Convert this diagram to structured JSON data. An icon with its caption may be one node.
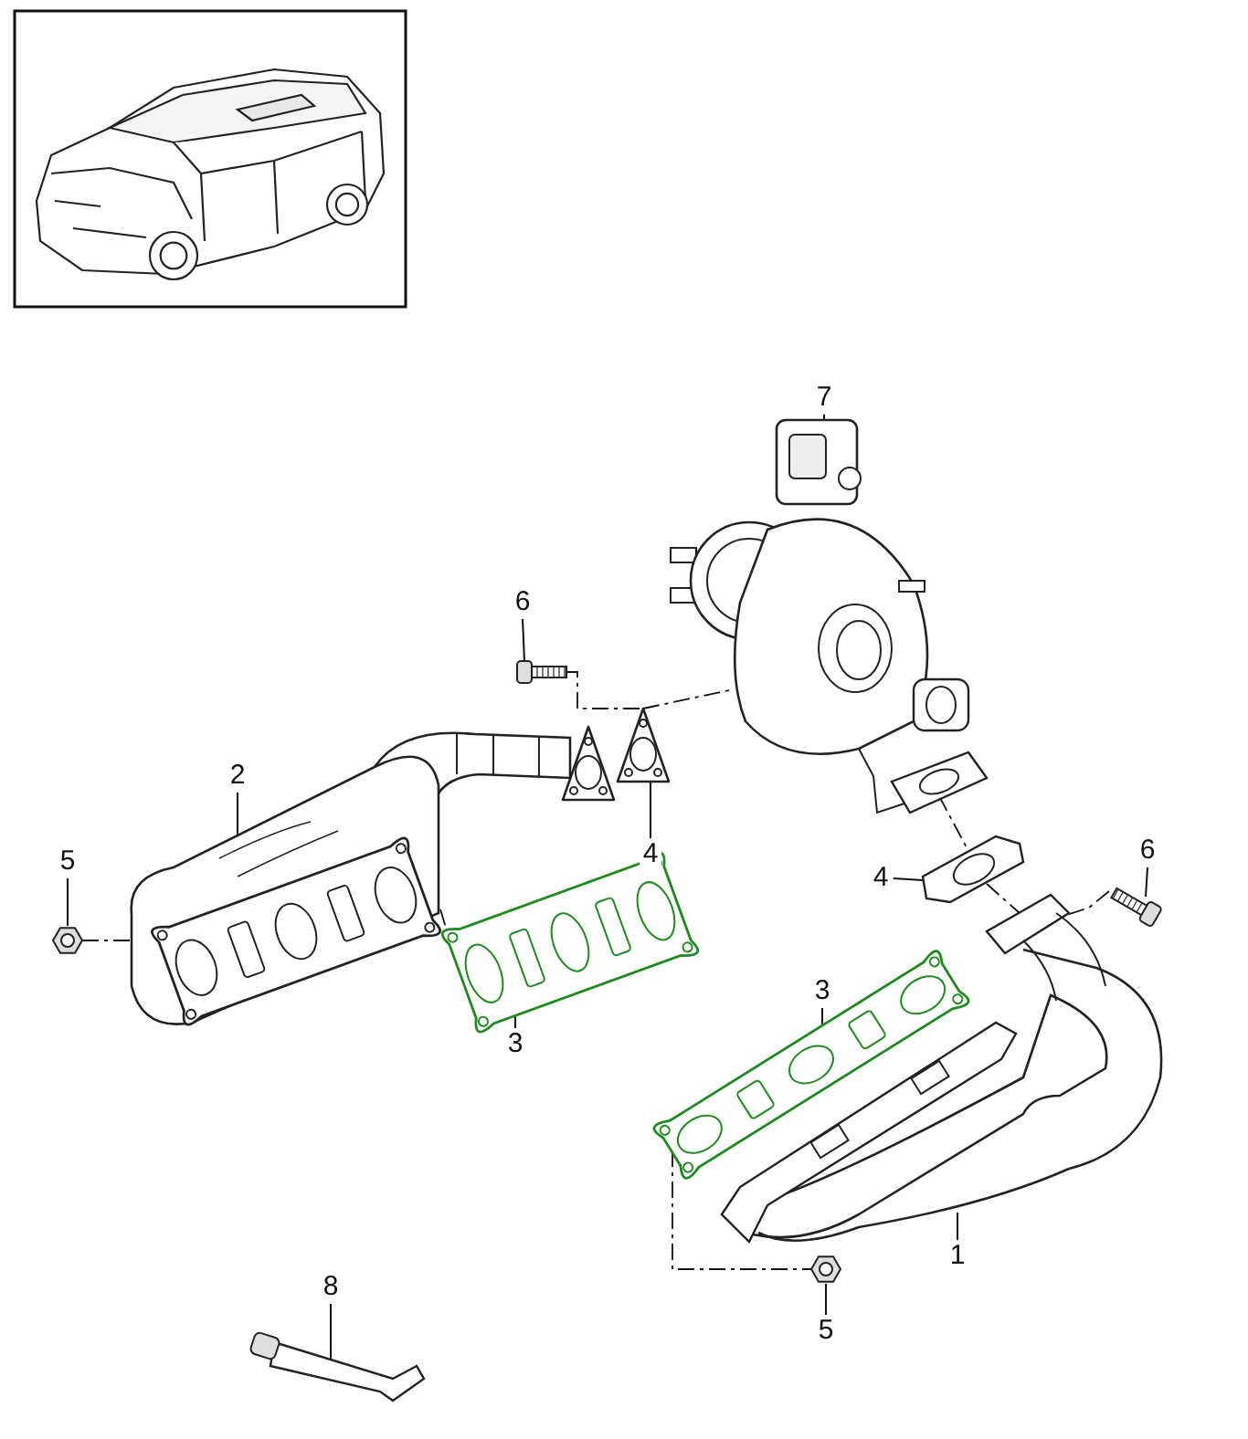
{
  "diagram": {
    "nodes": [
      {
        "text": [
          "7"
        ]
      },
      {
        "text": [],
        "shape": "picture"
      },
      {
        "text": [
          "6"
        ]
      },
      {
        "text": [],
        "shape": "picture"
      },
      {
        "text": [
          "2"
        ]
      },
      {
        "text": [],
        "shape": "picture"
      },
      {
        "text": [
          "4"
        ]
      },
      {
        "text": [],
        "shape": "picture"
      },
      {
        "text": [
          "5"
        ]
      },
      {
        "text": [],
        "shape": "picture"
      },
      {
        "text": [
          "3"
        ]
      },
      {
        "text": [],
        "shape": "picture"
      },
      {
        "text": [
          "4"
        ]
      },
      {
        "text": [],
        "shape": "picture"
      },
      {
        "text": [
          "6"
        ]
      },
      {
        "text": [],
        "shape": "picture"
      },
      {
        "text": [
          "3"
        ]
      },
      {
        "text": [],
        "shape": "picture"
      },
      {
        "text": [
          "1"
        ]
      },
      {
        "text": [],
        "shape": "picture"
      },
      {
        "text": [
          "5"
        ]
      },
      {
        "text": [],
        "shape": "picture"
      },
      {
        "text": [
          "8"
        ]
      },
      {
        "text": [],
        "shape": "picture"
      }
    ],
    "edges": [
      {
        "from": 0,
        "to": 1,
        "arrow": "none"
      },
      {
        "from": 2,
        "to": 3,
        "arrow": "none"
      },
      {
        "from": 4,
        "to": 5,
        "arrow": "none"
      },
      {
        "from": 6,
        "to": 7,
        "arrow": "none"
      },
      {
        "from": 8,
        "to": 9,
        "arrow": "none"
      },
      {
        "from": 10,
        "to": 11,
        "arrow": "none"
      },
      {
        "from": 12,
        "to": 13,
        "arrow": "none"
      },
      {
        "from": 14,
        "to": 15,
        "arrow": "none"
      },
      {
        "from": 16,
        "to": 17,
        "arrow": "none"
      },
      {
        "from": 18,
        "to": 19,
        "arrow": "none"
      },
      {
        "from": 20,
        "to": 21,
        "arrow": "none"
      },
      {
        "from": 22,
        "to": 23,
        "arrow": "none"
      },
      {
        "from": 3,
        "to": 7,
        "arrow": "none",
        "style": "dashed"
      },
      {
        "from": 7,
        "to": 1,
        "arrow": "none",
        "style": "dashed"
      },
      {
        "from": 9,
        "to": 5,
        "arrow": "none",
        "style": "dashed"
      },
      {
        "from": 5,
        "to": 11,
        "arrow": "none",
        "style": "dashed"
      },
      {
        "from": 1,
        "to": 13,
        "arrow": "none",
        "style": "dashed"
      },
      {
        "from": 13,
        "to": 19,
        "arrow": "none",
        "style": "dashed"
      },
      {
        "from": 15,
        "to": 19,
        "arrow": "none",
        "style": "dashed"
      },
      {
        "from": 17,
        "to": 21,
        "arrow": "none",
        "style": "dashed"
      }
    ]
  }
}
